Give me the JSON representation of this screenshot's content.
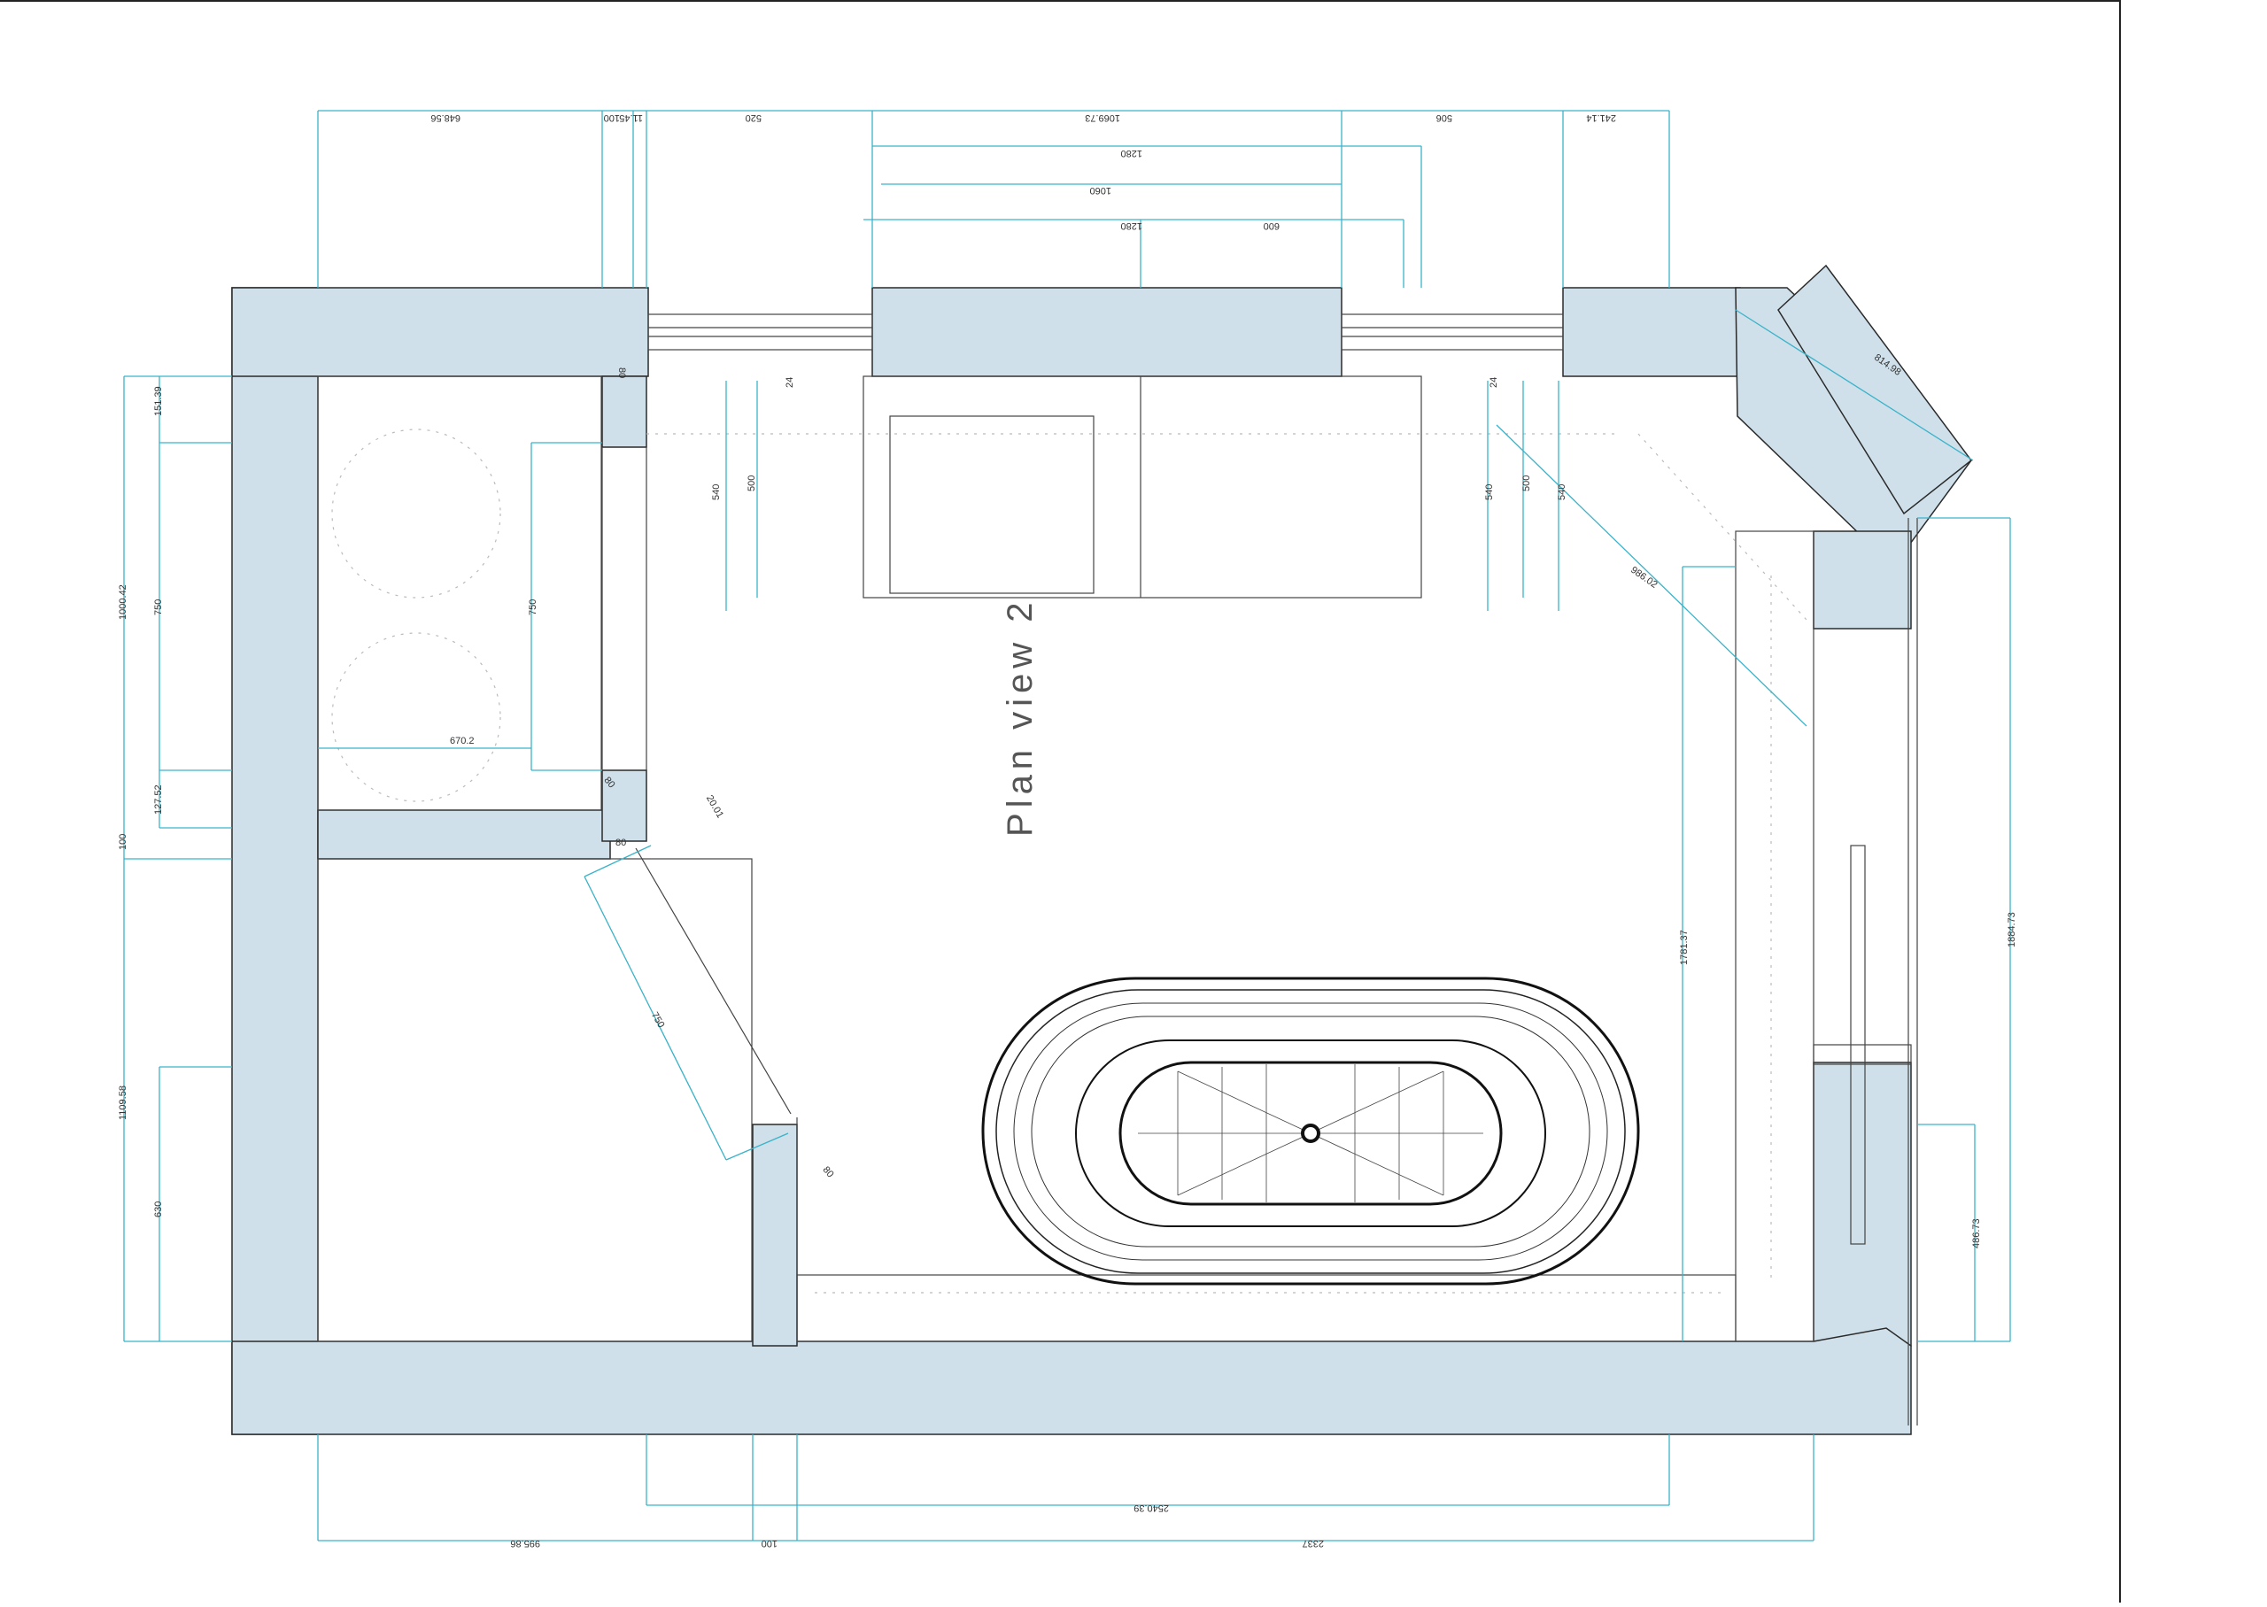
{
  "title": "Plan view 2",
  "colors": {
    "wall": "#cfe0ea",
    "dimension": "#39b3c9",
    "outline": "#2a2a2a"
  },
  "dimensions": {
    "top_1": "648.56",
    "top_2": "100",
    "top_3": "11.45",
    "top_4": "520",
    "top_5": "1069.73",
    "top_6": "506",
    "top_7": "241.14",
    "top_8": "1280",
    "top_9": "1060",
    "top_10": "1280",
    "top_11": "600",
    "left_1": "151.39",
    "left_2": "1000.42",
    "left_3": "750",
    "left_4": "127.52",
    "left_5": "100",
    "left_6": "1109.58",
    "left_7": "630",
    "inner_1": "750",
    "inner_2": "670.2",
    "inner_3": "80",
    "inner_4": "80",
    "inner_5": "80",
    "inner_6": "20.01",
    "inner_7": "750",
    "inner_8": "80",
    "window_1": "24",
    "window_2": "540",
    "window_3": "500",
    "window_4": "24",
    "window_5": "540",
    "window_6": "500",
    "window_7": "540",
    "angle_1": "814.98",
    "angle_2": "986.02",
    "right_1": "1781.37",
    "right_2": "1884.73",
    "right_3": "486.73",
    "bottom_1": "2540.39",
    "bottom_2": "995.86",
    "bottom_3": "100",
    "bottom_4": "2337"
  }
}
